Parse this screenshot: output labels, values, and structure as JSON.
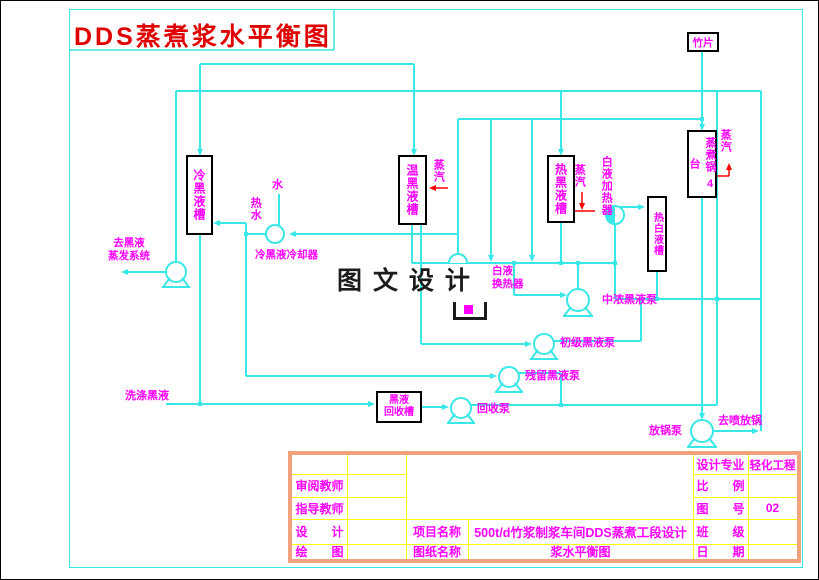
{
  "title": "DDS蒸煮浆水平衡图",
  "watermark": "图 文 设 计",
  "equipment": {
    "chips_box": "竹片",
    "cold_liquor_tank": "冷黑液槽",
    "warm_liquor_tank": "温黑液槽",
    "hot_liquor_tank": "热黑液槽",
    "cooker": "蒸煮锅",
    "cooker_count": "4台",
    "hot_white_liquor_tank": "热白液槽",
    "recovery_tank_line1": "黑液",
    "recovery_tank_line2": "回收槽",
    "white_liquor_heater": "白液加热器",
    "liquor_cooler": "冷黑液冷却器",
    "exchanger_line1": "白液",
    "exchanger_line2": "换热器"
  },
  "streams": {
    "steam": "蒸汽",
    "water": "水",
    "hot_water": "热水",
    "to_evaporation_line1": "去黑液",
    "to_evaporation_line2": "蒸发系统",
    "wash_black_liquor": "洗涤黑液",
    "to_blow_tank": "去喷放锅"
  },
  "pumps": {
    "mc_black_liquor_pump": "中浓黑液泵",
    "primary_black_liquor_pump": "初级黑液泵",
    "residual_black_liquor_pump": "残留黑液泵",
    "recovery_pump": "回收泵",
    "blow_pump": "放锅泵"
  },
  "title_block": {
    "review_teacher": "审阅教师",
    "advisor_teacher": "指导教师",
    "design": "设　　计",
    "draw": "绘　　图",
    "project_label": "项目名称",
    "project_value": "500t/d竹浆制浆车间DDS蒸煮工段设计",
    "drawing_label": "图纸名称",
    "drawing_value": "浆水平衡图",
    "major_label": "设计专业",
    "major_value": "轻化工程",
    "scale_label": "比　　例",
    "scale_value": "",
    "fig_no_label": "图　　号",
    "fig_no_value": "02",
    "class_label": "班　　级",
    "class_value": "",
    "date_label": "日　　期",
    "date_value": ""
  },
  "colors": {
    "pipe_cyan": "#3ae7e7",
    "label_magenta": "#ff00ff",
    "steam_red": "#ff0000",
    "grid_yellow": "#ffff00",
    "block_border_salmon": "#f2a27c",
    "title_red": "#e00000"
  }
}
